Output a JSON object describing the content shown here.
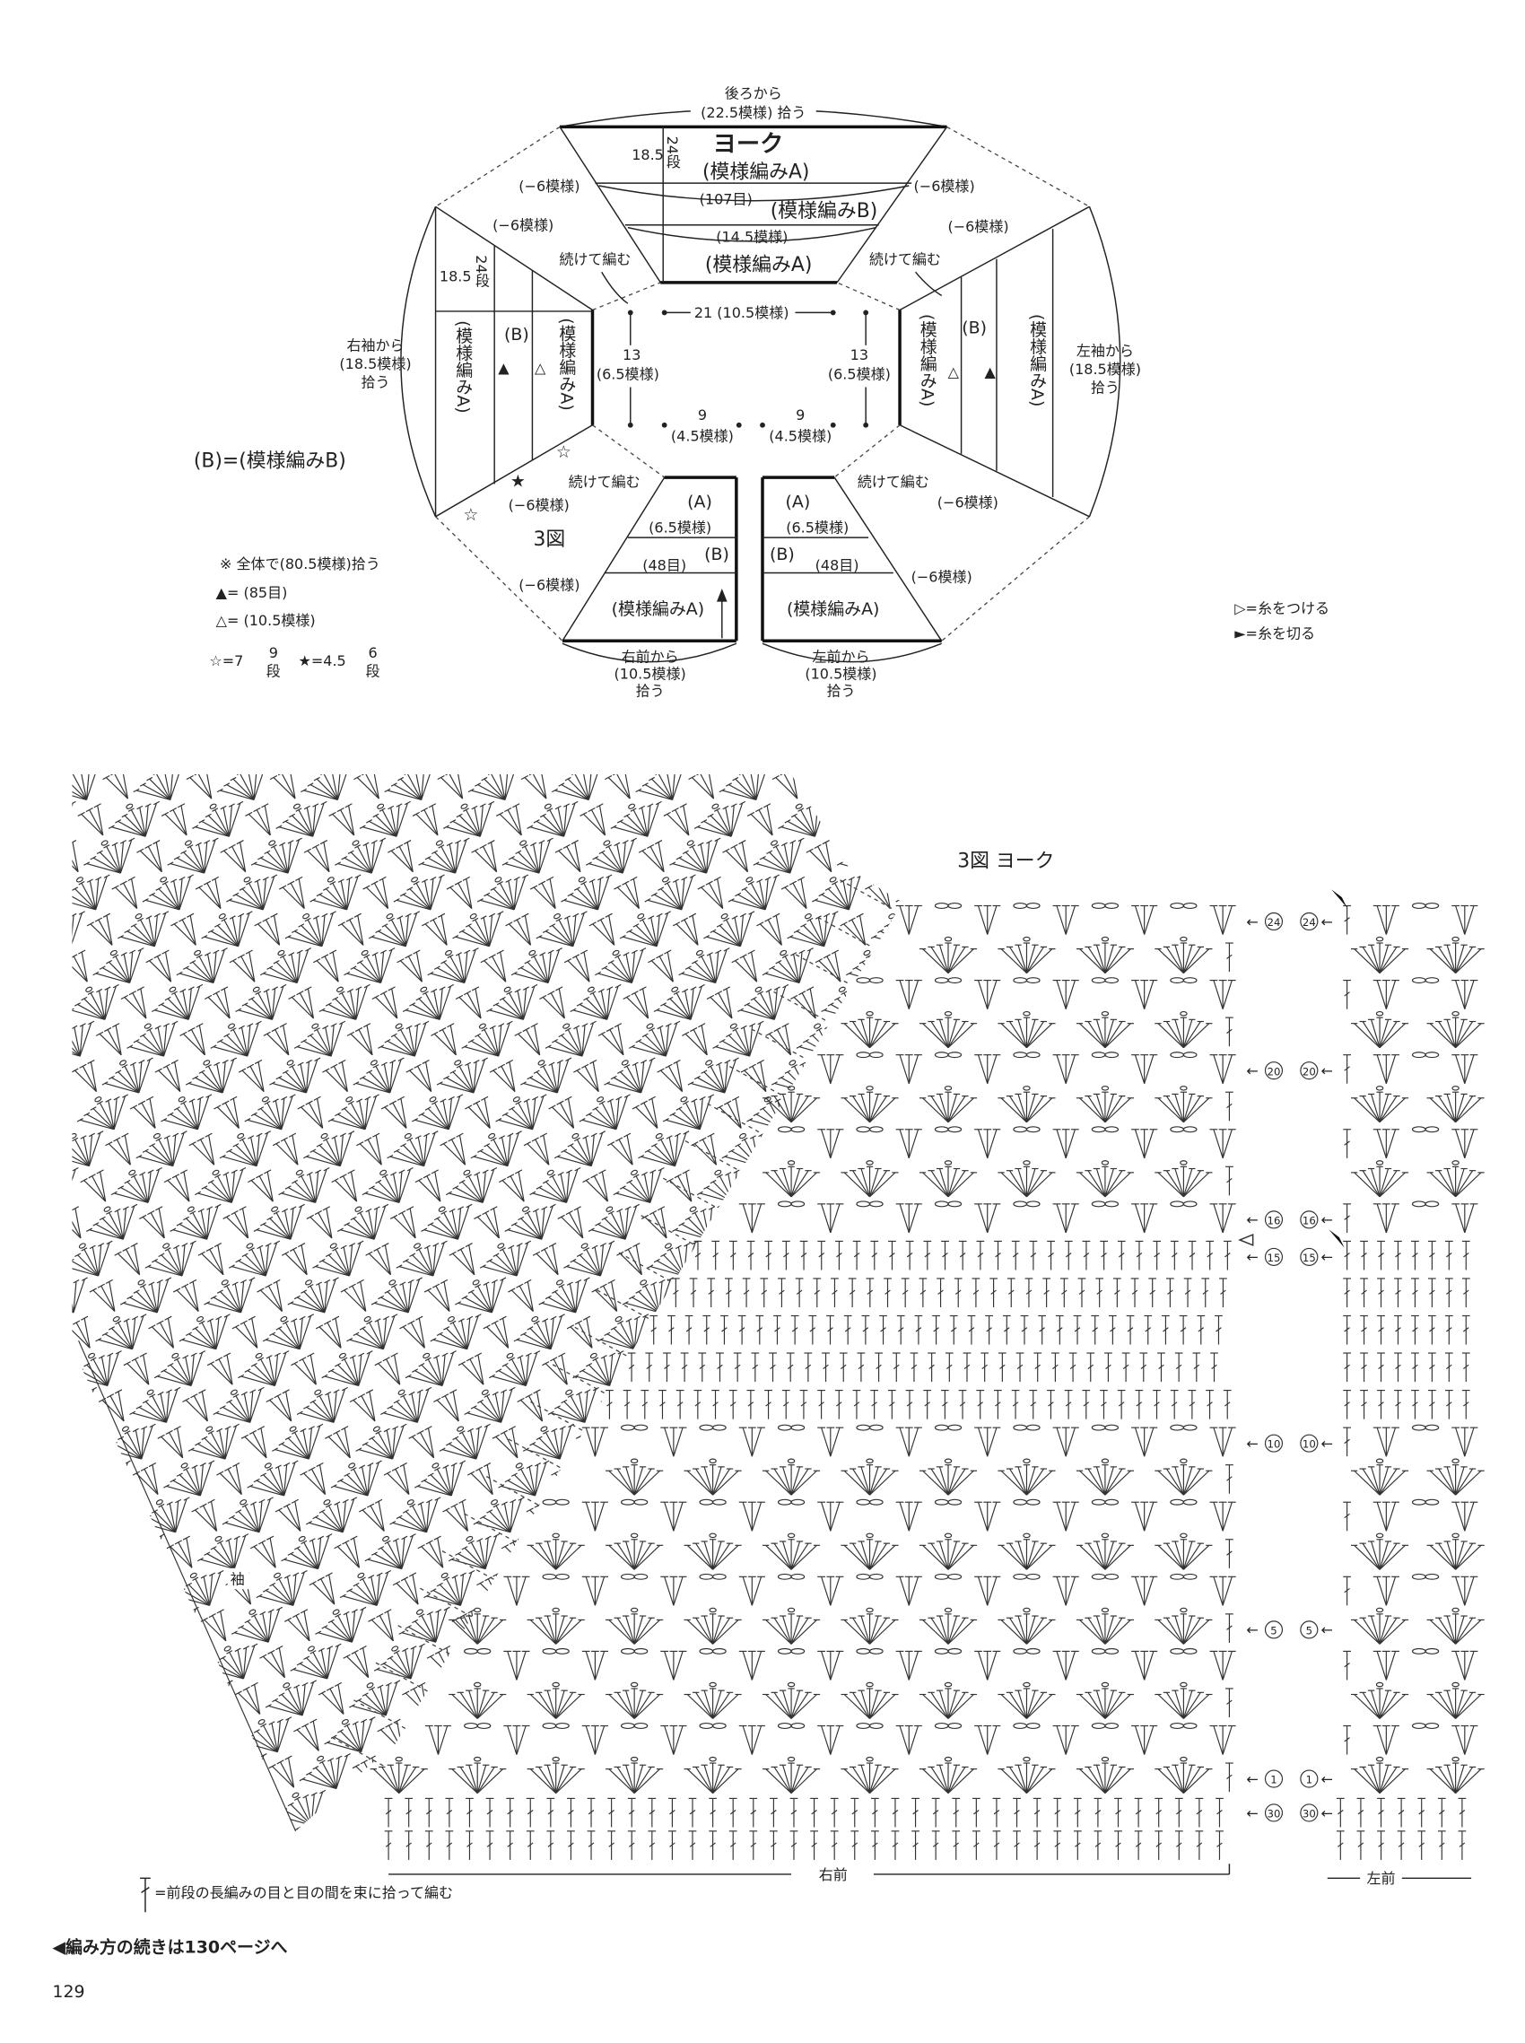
{
  "schematic": {
    "yoke_title": "ヨーク",
    "back_pickup_1": "後ろから",
    "back_pickup_2": "(22.5模様) 拾う",
    "yoke_height": "18.5",
    "yoke_rows": "24段",
    "pattern_a": "(模様編みA)",
    "pattern_b": "(模様編みB)",
    "dec6": "(−6模様)",
    "stitches_107": "(107目)",
    "repeats_14_5": "(14.5模様)",
    "continue": "続けて編む",
    "right_sleeve_1": "右袖から",
    "right_sleeve_2": "(18.5模様)",
    "pickup": "拾う",
    "left_sleeve_1": "左袖から",
    "left_sleeve_2": "(18.5模様)",
    "b_label": "(B)",
    "a_label": "(A)",
    "sleeve_pattern_vert": "(模様編みA)",
    "dim_21": "21 (10.5模様)",
    "dim_13": "13",
    "dim_13_sub": "(6.5模様)",
    "dim_9": "9",
    "dim_9_sub": "(4.5模様)",
    "fig_label": "3図",
    "repeats_6_5": "(6.5模様)",
    "stitches_48": "(48目)",
    "right_front_1": "右前から",
    "left_front_1": "左前から",
    "front_repeats": "(10.5模様)",
    "tri_filled": "▲",
    "tri_open": "△",
    "star_open": "☆",
    "star_filled": "★"
  },
  "legend": {
    "b_def": "(B)=(模様編みB)",
    "total": "※ 全体で(80.5模様)拾う",
    "tri_filled_def": "▲= (85目)",
    "tri_open_def": "△= (10.5模様)",
    "star_open_def": "☆=7",
    "star_open_rows": "9",
    "star_filled_def": "★=4.5",
    "star_filled_rows": "6",
    "rows_unit": "段",
    "join_yarn": "▷=糸をつける",
    "cut_yarn": "►=糸を切る"
  },
  "chart": {
    "title": "3図 ヨーク",
    "row_markers_right": [
      "24",
      "20",
      "16",
      "15",
      "10",
      "5",
      "1",
      "30"
    ],
    "row_markers_left": [
      "24",
      "20",
      "16",
      "15",
      "10",
      "5",
      "1",
      "30"
    ],
    "sleeve_label": "袖",
    "right_front_label": "右前",
    "left_front_label": "左前",
    "stitch_note": "=前段の長編みの目と目の間を束に拾って編む"
  },
  "footer": {
    "continued": "◀編み方の続きは130ページへ",
    "page_number": "129"
  }
}
